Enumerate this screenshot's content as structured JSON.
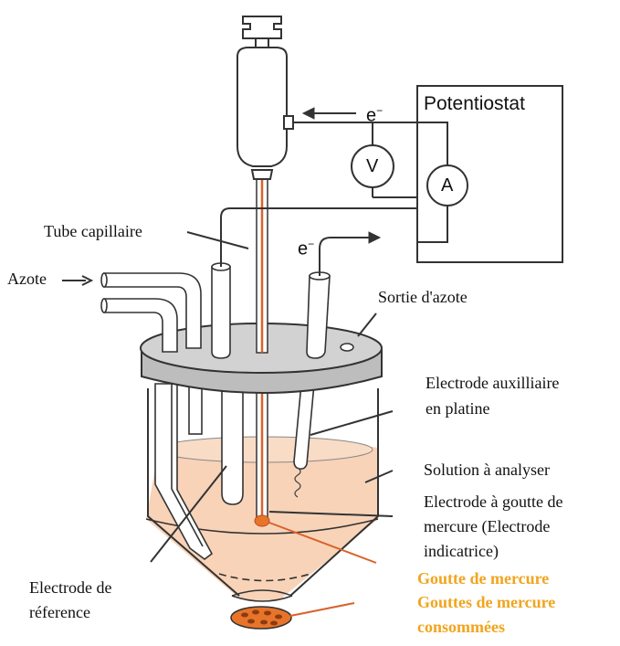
{
  "labels": {
    "potentiostat": "Potentiostat",
    "voltmeter": "V",
    "ammeter": "A",
    "electron_top": "e",
    "electron_bottom": "e",
    "electron_sup": "−",
    "tube_capillaire": "Tube capillaire",
    "azote": "Azote",
    "sortie_azote": "Sortie d'azote",
    "electrode_aux_line1": "Electrode auxilliaire",
    "electrode_aux_line2": "en platine",
    "solution": "Solution à analyser",
    "electrode_goutte_line1": "Electrode à goutte de",
    "electrode_goutte_line2": "mercure (Electrode",
    "electrode_goutte_line3": "indicatrice)",
    "electrode_ref_line1": "Electrode de",
    "electrode_ref_line2": "réference",
    "goutte_mercure": "Goutte de mercure",
    "gouttes_consommees_line1": "Gouttes de mercure",
    "gouttes_consommees_line2": "consommées"
  },
  "colors": {
    "solution": "#f8d3b8",
    "lid": "#c8c8c8",
    "mercury": "#e8742a",
    "highlight_text": "#f0a51e",
    "pointer_orange": "#d9622b"
  }
}
